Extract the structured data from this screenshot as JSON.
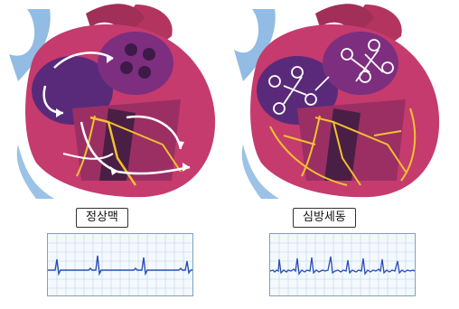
{
  "panels": [
    {
      "label": "정상맥",
      "rhythm": "normal"
    },
    {
      "label": "심방세동",
      "rhythm": "fibrillation"
    }
  ],
  "colors": {
    "myocardium": "#c53b6e",
    "chamber_dark": "#5a2a7a",
    "conduction": "#f2c12e",
    "ecg_trace": "#2a4fb7",
    "ecg_grid": "#bcd0e6",
    "vessel_blue": "#4a8fd2"
  },
  "icons": [
    "heart-illustration",
    "ecg-strip"
  ]
}
